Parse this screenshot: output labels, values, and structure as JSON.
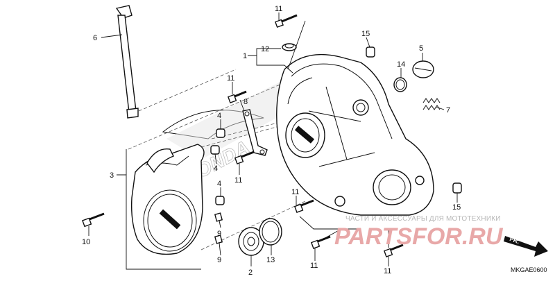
{
  "diagram": {
    "callouts": [
      {
        "id": "c-1",
        "label": "1"
      },
      {
        "id": "c-12",
        "label": "12"
      },
      {
        "id": "c-11a",
        "label": "11"
      },
      {
        "id": "c-6",
        "label": "6"
      },
      {
        "id": "c-15a",
        "label": "15"
      },
      {
        "id": "c-5",
        "label": "5"
      },
      {
        "id": "c-14",
        "label": "14"
      },
      {
        "id": "c-7",
        "label": "7"
      },
      {
        "id": "c-11b",
        "label": "11"
      },
      {
        "id": "c-8",
        "label": "8"
      },
      {
        "id": "c-4a",
        "label": "4"
      },
      {
        "id": "c-4b",
        "label": "4"
      },
      {
        "id": "c-4c",
        "label": "4"
      },
      {
        "id": "c-11c",
        "label": "11"
      },
      {
        "id": "c-3",
        "label": "3"
      },
      {
        "id": "c-11d",
        "label": "11"
      },
      {
        "id": "c-15b",
        "label": "15"
      },
      {
        "id": "c-10",
        "label": "10"
      },
      {
        "id": "c-9a",
        "label": "9"
      },
      {
        "id": "c-9b",
        "label": "9"
      },
      {
        "id": "c-2",
        "label": "2"
      },
      {
        "id": "c-13",
        "label": "13"
      },
      {
        "id": "c-11e",
        "label": "11"
      },
      {
        "id": "c-11f",
        "label": "11"
      }
    ],
    "diagram_code": "MKGAE0600",
    "direction_label": "FR.",
    "watermark_text": "ЧАСТИ И АКСЕССУАРЫ ДЛЯ МОТОТЕХНИКИ",
    "watermark_logo": "PARTSFOR.RU",
    "brand_mark": "HONDA"
  },
  "colors": {
    "line": "#111111",
    "watermark_text": "#b8b8b8",
    "watermark_logo": "#e8a8a8",
    "badge": "#111111"
  }
}
